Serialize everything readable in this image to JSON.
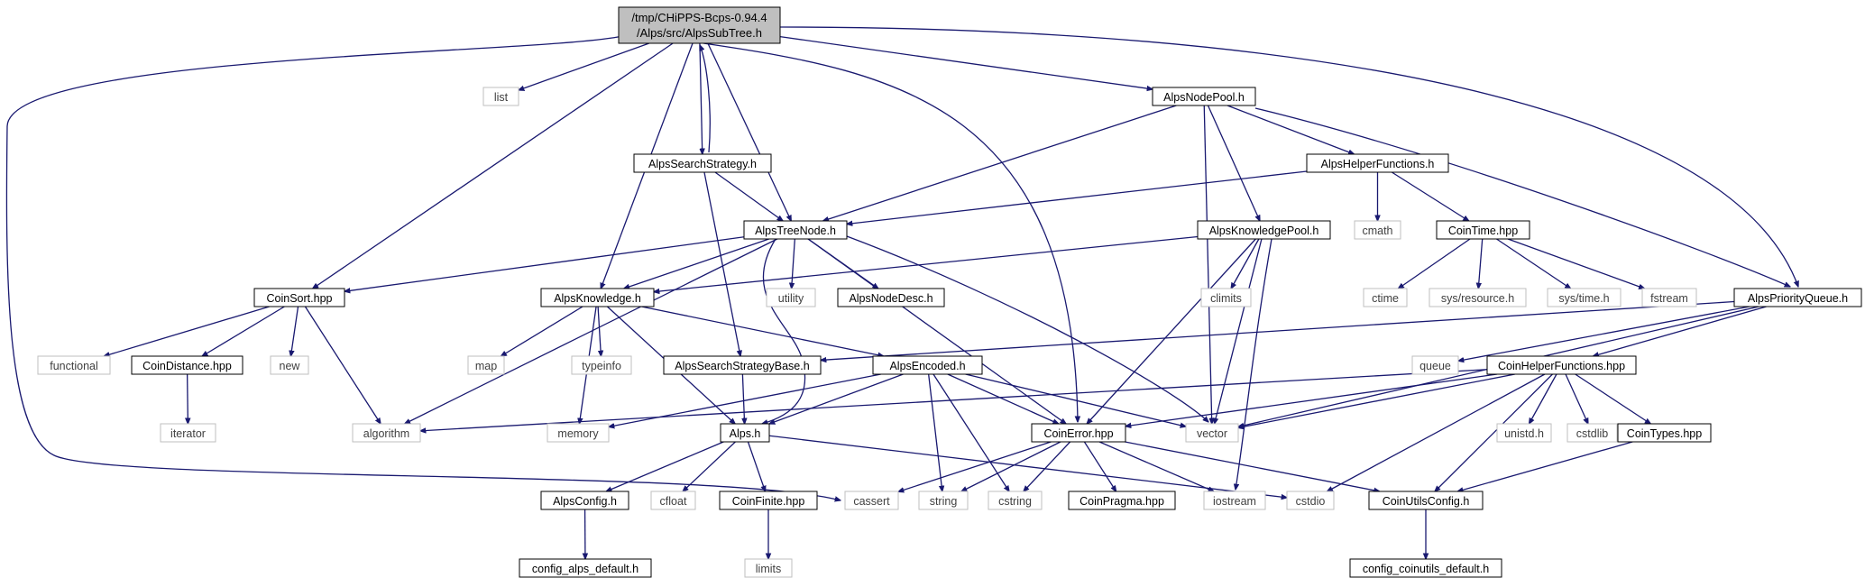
{
  "colors": {
    "edge": "#191970",
    "root_fill": "#bfbfbf",
    "node_fill": "#ffffff",
    "node_border": "#000000",
    "ext_border": "#bfbfbf",
    "ext_text": "#404040",
    "text": "#000000"
  },
  "root": {
    "line1": "/tmp/CHiPPS-Bcps-0.94.4",
    "line2": "/Alps/src/AlpsSubTree.h"
  },
  "nodes": {
    "list": "list",
    "nodepool": "AlpsNodePool.h",
    "searchstrategy": "AlpsSearchStrategy.h",
    "helperfunctions": "AlpsHelperFunctions.h",
    "treenode": "AlpsTreeNode.h",
    "knowledgepool": "AlpsKnowledgePool.h",
    "cmath": "cmath",
    "cointime": "CoinTime.hpp",
    "coinsort": "CoinSort.hpp",
    "knowledge": "AlpsKnowledge.h",
    "utility": "utility",
    "nodedesc": "AlpsNodeDesc.h",
    "climits": "climits",
    "ctime": "ctime",
    "resource": "sys/resource.h",
    "systime": "sys/time.h",
    "fstream": "fstream",
    "priorityqueue": "AlpsPriorityQueue.h",
    "functional": "functional",
    "coindistance": "CoinDistance.hpp",
    "new": "new",
    "map": "map",
    "typeinfo": "typeinfo",
    "searchstrategybase": "AlpsSearchStrategyBase.h",
    "encoded": "AlpsEncoded.h",
    "queue": "queue",
    "coinhelper": "CoinHelperFunctions.hpp",
    "iterator": "iterator",
    "algorithm": "algorithm",
    "memory": "memory",
    "alps": "Alps.h",
    "coinerror": "CoinError.hpp",
    "vector": "vector",
    "unistd": "unistd.h",
    "cstdlib": "cstdlib",
    "cointypes": "CoinTypes.hpp",
    "alpsconfig": "AlpsConfig.h",
    "cfloat": "cfloat",
    "coinfinite": "CoinFinite.hpp",
    "cassert": "cassert",
    "string": "string",
    "cstring": "cstring",
    "coinpragma": "CoinPragma.hpp",
    "iostream": "iostream",
    "cstdio": "cstdio",
    "coinutilsconfig": "CoinUtilsConfig.h",
    "configalps": "config_alps_default.h",
    "limits": "limits",
    "configcoinutils": "config_coinutils_default.h"
  }
}
